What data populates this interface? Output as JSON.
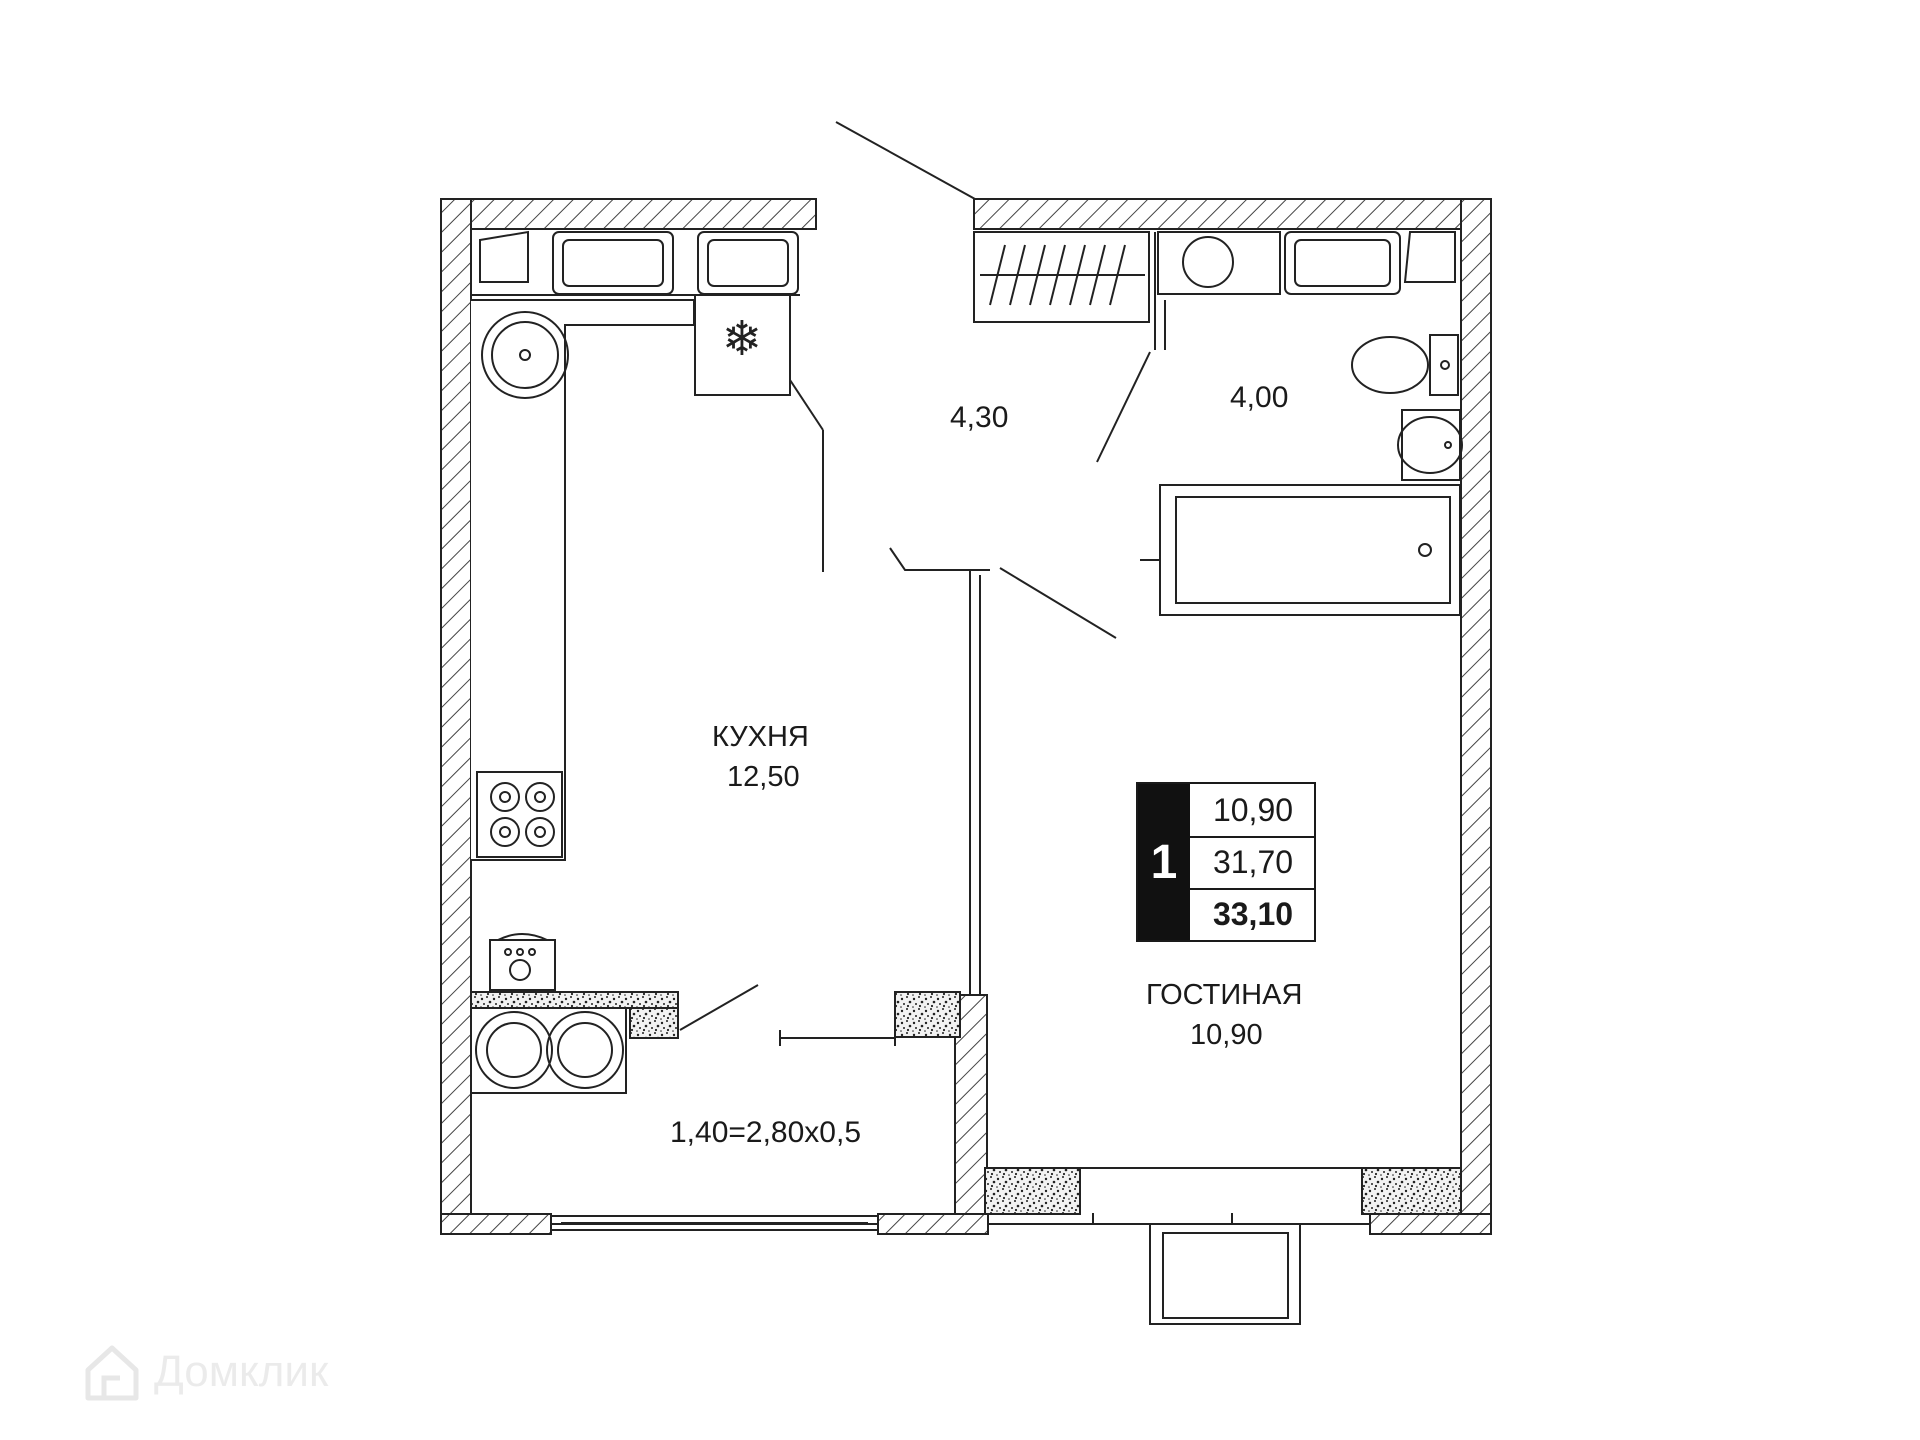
{
  "rooms": {
    "hall_area": "4,30",
    "bath_area": "4,00",
    "kitchen_name": "КУХНЯ",
    "kitchen_area": "12,50",
    "living_name": "ГОСТИНАЯ",
    "living_area": "10,90",
    "balcony_formula": "1,40=2,80x0,5"
  },
  "summary": {
    "room_count": "1",
    "living_area": "10,90",
    "total_area": "31,70",
    "total_with_balcony": "33,10"
  },
  "watermark": {
    "text": "Домклик"
  },
  "icons": {
    "fridge": "snowflake-icon",
    "logo": "house-logo-icon"
  }
}
